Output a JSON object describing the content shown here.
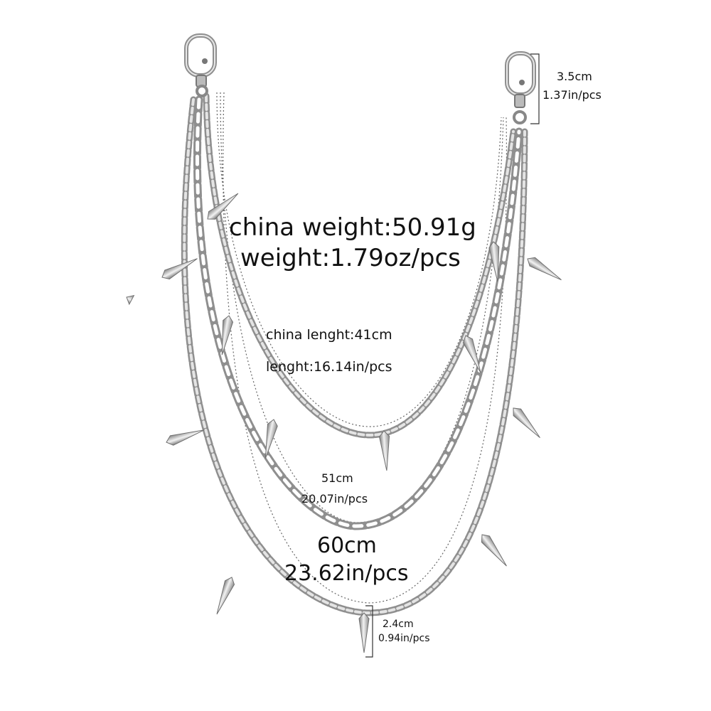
{
  "labels": {
    "weight_china": "china weight:50.91g",
    "weight_oz": "weight:1.79oz/pcs",
    "length_china": "china lenght:41cm",
    "length_in": "lenght:16.14in/pcs",
    "chain2_cm": "51cm",
    "chain2_in": "20.07in/pcs",
    "chain3_cm": "60cm",
    "chain3_in": "23.62in/pcs",
    "clasp_cm": "3.5cm",
    "clasp_in": "1.37in/pcs",
    "spike_cm": "2.4cm",
    "spike_in": "0.94in/pcs"
  },
  "colors": {
    "metal": "#8f8f8f",
    "metal_light": "#e4e4e4",
    "text": "#111111"
  }
}
